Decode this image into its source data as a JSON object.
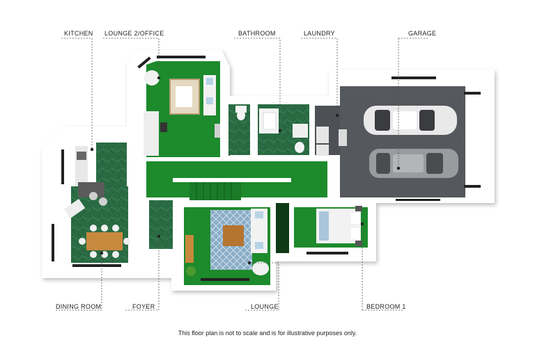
{
  "labels": {
    "kitchen": "KITCHEN",
    "lounge2": "LOUNGE 2/OFFICE",
    "bathroom": "BATHROOM",
    "laundry": "LAUNDRY",
    "garage": "GARAGE",
    "dining": "DINING ROOM",
    "foyer": "FOYER",
    "lounge": "LOUNGE",
    "bedroom1": "BEDROOM 1"
  },
  "disclaimer": "This floor plan is not to scale and is for illustrative purposes only.",
  "colors": {
    "carpet": "#1d8a2c",
    "tile": "#2a6b43",
    "wall": "#ffffff",
    "garage_floor": "#55585d",
    "leader_line": "#555555",
    "rug": "#8aaec8",
    "car": "#e9e9ea"
  }
}
